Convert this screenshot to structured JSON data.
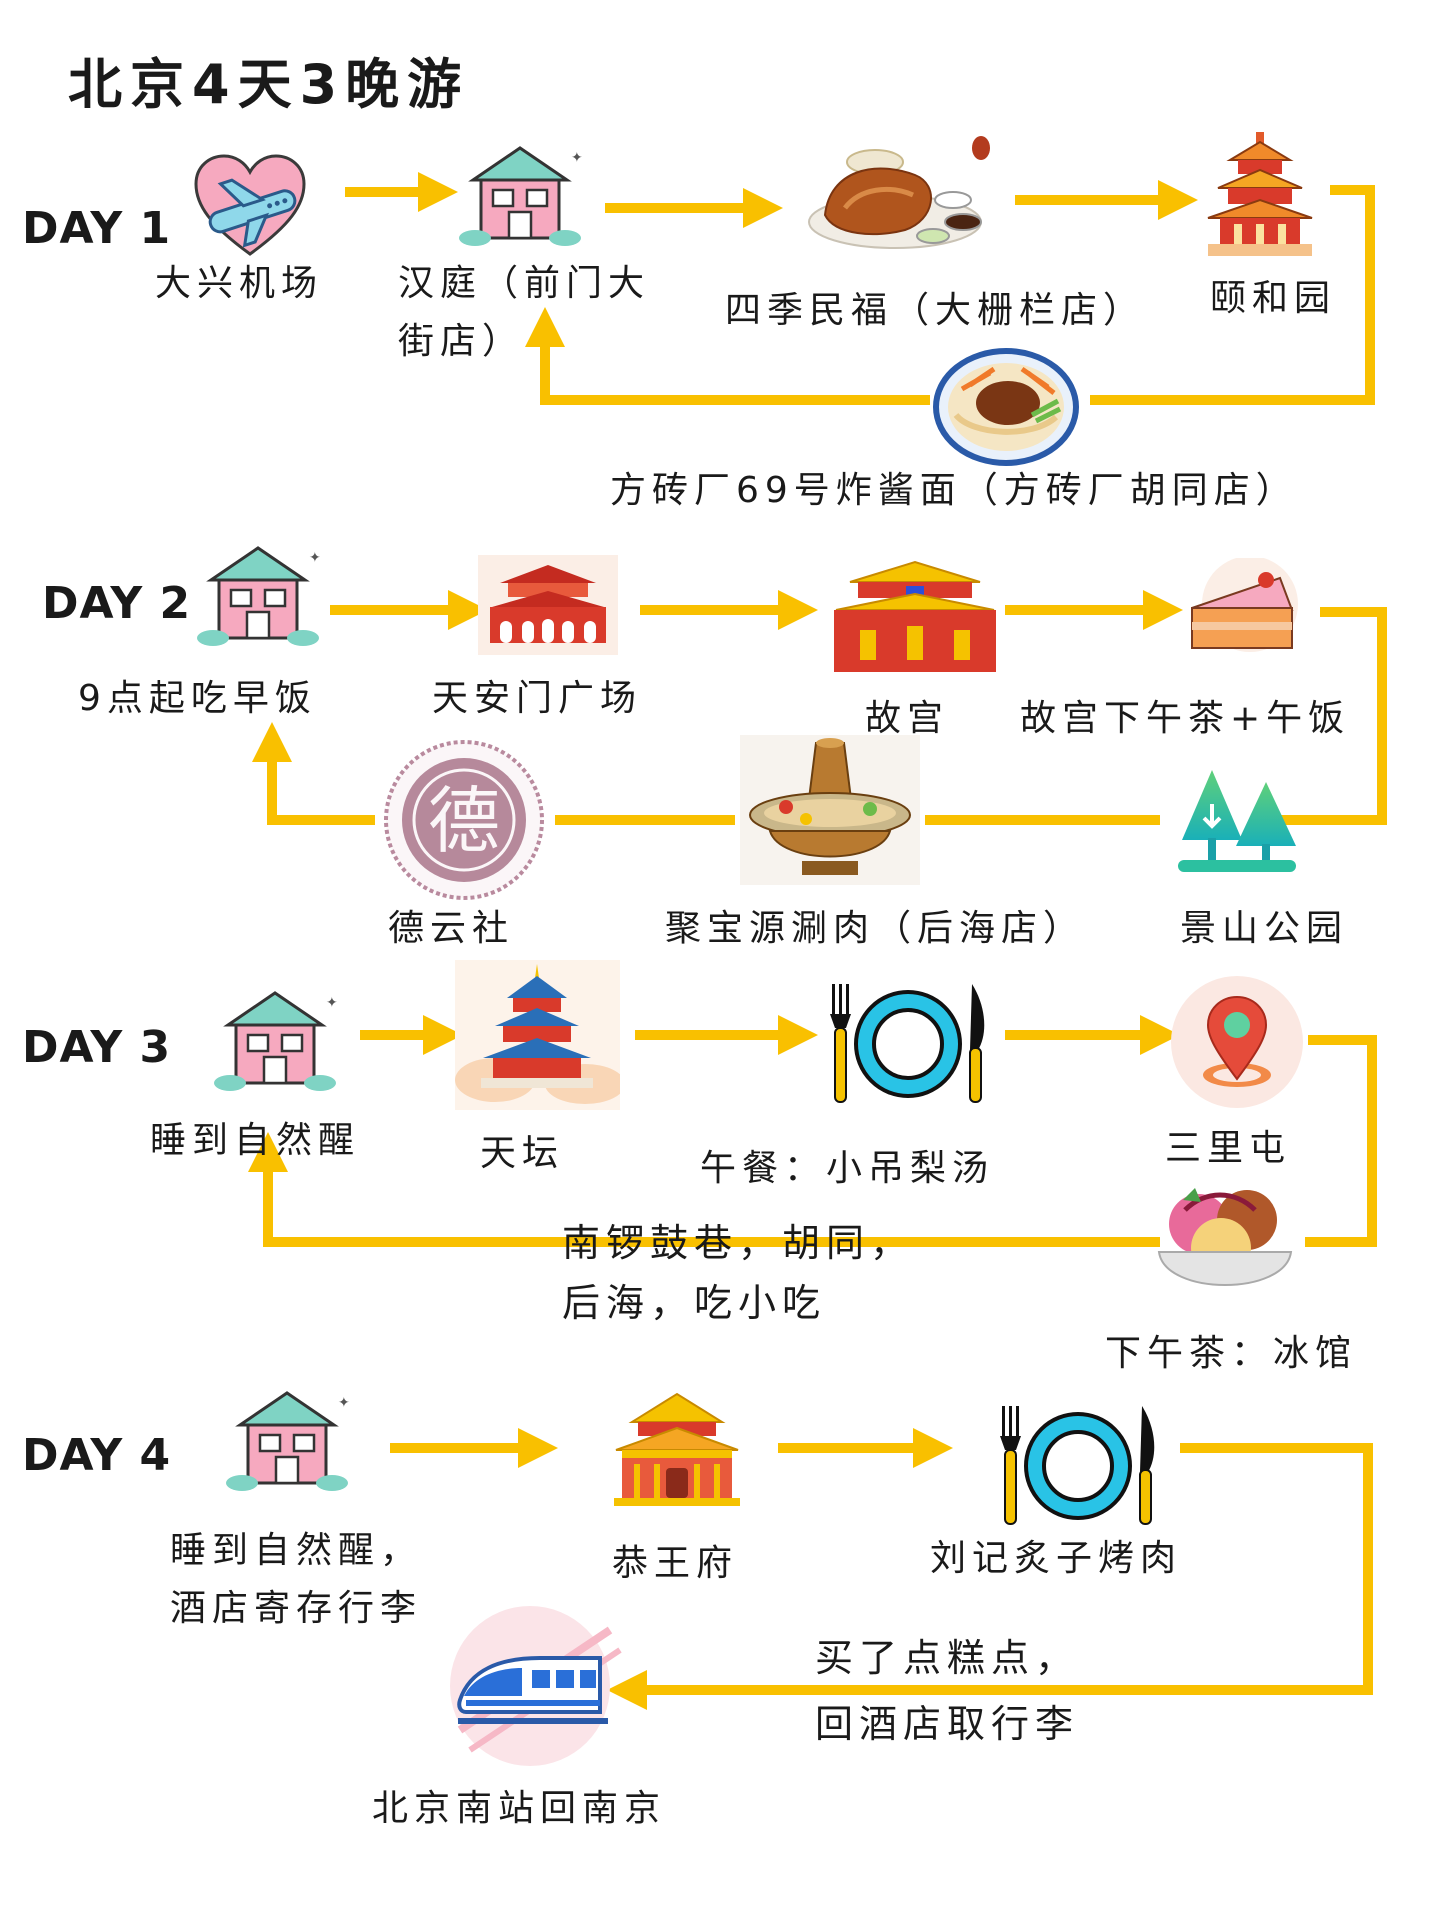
{
  "title": "北京4天3晚游",
  "colors": {
    "arrow": "#f9c000",
    "pink": "#f6a9bf",
    "teal": "#7fd3c4",
    "red": "#d93a2b",
    "gold": "#f5c200",
    "blue": "#29c3e6"
  },
  "days": [
    {
      "label": "DAY 1",
      "stops": [
        {
          "label": "大兴机场",
          "icon": "airplane-heart-icon"
        },
        {
          "label_line1": "汉庭（前门大",
          "label_line2": "街店）",
          "icon": "hotel-icon"
        },
        {
          "label": "四季民福（大栅栏店）",
          "icon": "roast-duck-icon"
        },
        {
          "label": "颐和园",
          "icon": "pavilion-icon"
        },
        {
          "label": "方砖厂69号炸酱面（方砖厂胡同店）",
          "icon": "noodles-icon"
        }
      ]
    },
    {
      "label": "DAY 2",
      "stops": [
        {
          "label": "9点起吃早饭",
          "icon": "hotel-icon"
        },
        {
          "label": "天安门广场",
          "icon": "tiananmen-icon"
        },
        {
          "label": "故宫",
          "icon": "palace-gate-icon"
        },
        {
          "label": "故宫下午茶+午饭",
          "icon": "cake-icon"
        },
        {
          "label": "景山公园",
          "icon": "trees-icon"
        },
        {
          "label": "聚宝源涮肉（后海店）",
          "icon": "hotpot-icon"
        },
        {
          "label": "德云社",
          "icon": "deyunshe-seal-icon",
          "seal_text": "德"
        }
      ]
    },
    {
      "label": "DAY 3",
      "stops": [
        {
          "label": "睡到自然醒",
          "icon": "hotel-icon"
        },
        {
          "label": "天坛",
          "icon": "temple-of-heaven-icon"
        },
        {
          "label": "午餐：小吊梨汤",
          "icon": "plate-fork-knife-icon"
        },
        {
          "label": "三里屯",
          "icon": "location-pin-icon"
        },
        {
          "label": "下午茶：冰馆",
          "icon": "ice-cream-icon"
        }
      ],
      "note_line1": "南锣鼓巷，胡同，",
      "note_line2": "后海，吃小吃"
    },
    {
      "label": "DAY 4",
      "stops": [
        {
          "label_line1": "睡到自然醒，",
          "label_line2": "酒店寄存行李",
          "icon": "hotel-icon"
        },
        {
          "label": "恭王府",
          "icon": "mansion-icon"
        },
        {
          "label": "刘记炙子烤肉",
          "icon": "plate-fork-knife-icon"
        },
        {
          "label": "北京南站回南京",
          "icon": "train-icon"
        }
      ],
      "note_line1": "买了点糕点，",
      "note_line2": "回酒店取行李"
    }
  ]
}
